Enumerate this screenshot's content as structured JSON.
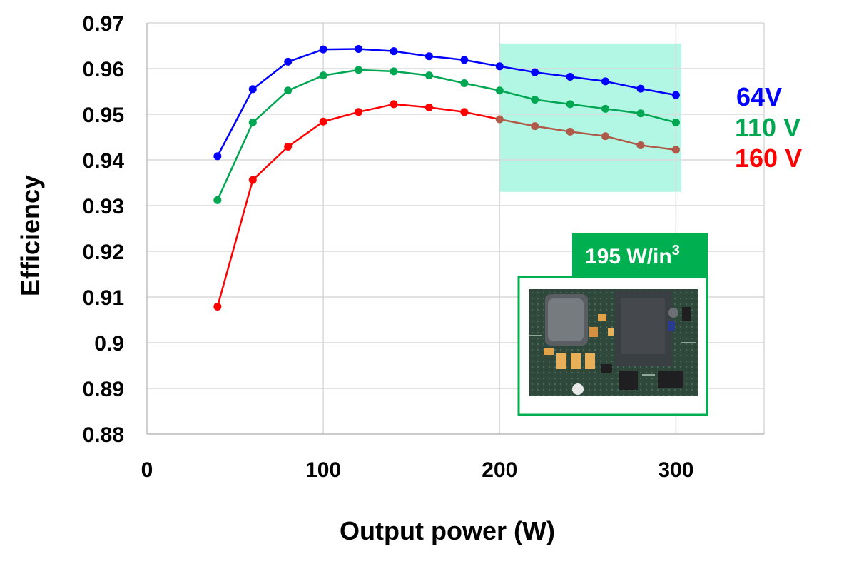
{
  "chart_data": {
    "type": "line",
    "xlabel": "Output power (W)",
    "ylabel": "Efficiency",
    "xlim": [
      0,
      350
    ],
    "ylim": [
      0.88,
      0.97
    ],
    "x_ticks": [
      {
        "value": 0,
        "label": "0"
      },
      {
        "value": 100,
        "label": "100"
      },
      {
        "value": 200,
        "label": "200"
      },
      {
        "value": 300,
        "label": "300"
      }
    ],
    "y_ticks": [
      {
        "value": 0.88,
        "label": "0.88"
      },
      {
        "value": 0.89,
        "label": "0.89"
      },
      {
        "value": 0.9,
        "label": "0.9"
      },
      {
        "value": 0.91,
        "label": "0.91"
      },
      {
        "value": 0.92,
        "label": "0.92"
      },
      {
        "value": 0.93,
        "label": "0.93"
      },
      {
        "value": 0.94,
        "label": "0.94"
      },
      {
        "value": 0.95,
        "label": "0.95"
      },
      {
        "value": 0.96,
        "label": "0.96"
      },
      {
        "value": 0.97,
        "label": "0.97"
      }
    ],
    "x": [
      40,
      60,
      80,
      100,
      120,
      140,
      160,
      180,
      200,
      220,
      240,
      260,
      280,
      300
    ],
    "grid": "vertical and horizontal",
    "legend_position": "right",
    "highlight_region": {
      "x_range": [
        200,
        303
      ],
      "y_range": [
        0.933,
        0.9655
      ],
      "color": "#b2f7e4"
    },
    "series": [
      {
        "name": "64V",
        "color": "#0000ff",
        "values": [
          0.9408,
          0.9555,
          0.9615,
          0.9642,
          0.9643,
          0.9638,
          0.9627,
          0.9619,
          0.9605,
          0.9592,
          0.9582,
          0.9572,
          0.9556,
          0.9542
        ]
      },
      {
        "name": "110 V",
        "color": "#00a651",
        "values": [
          0.9312,
          0.9482,
          0.9552,
          0.9585,
          0.9597,
          0.9594,
          0.9585,
          0.9568,
          0.9552,
          0.9532,
          0.9522,
          0.9512,
          0.9502,
          0.9482
        ]
      },
      {
        "name": "160 V",
        "color": "#ff0000",
        "values": [
          0.9079,
          0.9356,
          0.9429,
          0.9484,
          0.9505,
          0.9522,
          0.9515,
          0.9505,
          0.9489,
          0.9474,
          0.9462,
          0.9452,
          0.9432,
          0.9422
        ]
      }
    ],
    "highlight_series_color": "#b05a4a"
  },
  "inset": {
    "badge_text": "195 W/in",
    "badge_superscript": "3",
    "badge_color": "#00b050",
    "image_icon": "circuit-board-photo"
  }
}
